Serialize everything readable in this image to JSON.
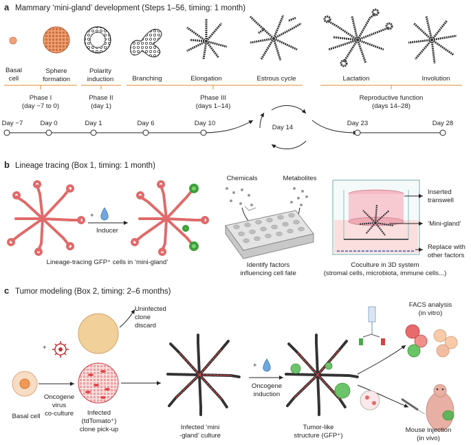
{
  "panel_a": {
    "letter": "a",
    "title": "Mammary ‘mini-gland’ development (Steps 1–56, timing: 1 month)",
    "stages": [
      {
        "line1": "Basal",
        "line2": "cell"
      },
      {
        "line1": "Sphere",
        "line2": "formation"
      },
      {
        "line1": "Polarity",
        "line2": "induction"
      },
      {
        "line1": "Branching",
        "line2": ""
      },
      {
        "line1": "Elongation",
        "line2": ""
      },
      {
        "line1": "Estrous cycle",
        "line2": ""
      },
      {
        "line1": "Lactation",
        "line2": ""
      },
      {
        "line1": "Involution",
        "line2": ""
      }
    ],
    "phases": [
      {
        "line1": "Phase I",
        "line2": "(day −7 to 0)"
      },
      {
        "line1": "Phase II",
        "line2": "(day 1)"
      },
      {
        "line1": "Phase III",
        "line2": "(days 1–14)"
      },
      {
        "line1": "Reproductive function",
        "line2": "(days 14–28)"
      }
    ],
    "days": [
      "Day −7",
      "Day 0",
      "Day 1",
      "Day 6",
      "Day 10",
      "Day 14",
      "Day 23",
      "Day 28"
    ]
  },
  "panel_b": {
    "letter": "b",
    "title": "Lineage tracing (Box 1, timing: 1 month)",
    "plus": "+",
    "inducer": "Inducer",
    "caption_left": "Lineage-tracing GFP⁺ cells in ‘mini-gland’",
    "chemicals": "Chemicals",
    "metabolites": "Metabolites",
    "caption_mid": {
      "line1": "Identify factors",
      "line2": "influencing cell fate"
    },
    "inserted": {
      "line1": "Inserted",
      "line2": "transwell"
    },
    "mini_gland": "‘Mini-gland’",
    "replace": {
      "line1": "Replace with",
      "line2": "other factors"
    },
    "caption_right": {
      "line1": "Coculture in 3D system",
      "line2": "(stromal cells, microbiota, immune cells...)"
    }
  },
  "panel_c": {
    "letter": "c",
    "title": "Tumor modeling (Box 2, timing: 2–6 months)",
    "uninfected": {
      "line1": "Uninfected",
      "line2": "clone",
      "line3": "discard"
    },
    "plus1": "+",
    "oncogene_virus": {
      "line1": "Oncogene",
      "line2": "virus",
      "line3": "co-culture"
    },
    "basal_cell": "Basal cell",
    "infected": {
      "line1": "Infected",
      "line2": "(tdTomato⁺)",
      "line3": "clone pick-up"
    },
    "culture": {
      "line1": "Infected ‘mini",
      "line2": "-gland’ culture"
    },
    "plus2": "+",
    "oncogene_induction": {
      "line1": "Oncogene",
      "line2": "induction"
    },
    "tumor": {
      "line1": "Tumor-like",
      "line2": "structure (GFP⁺)"
    },
    "facs": {
      "line1": "FACS analysis",
      "line2": "(in vitro)"
    },
    "mouse": {
      "line1": "Mouse injection",
      "line2": "(in vivo)"
    }
  }
}
